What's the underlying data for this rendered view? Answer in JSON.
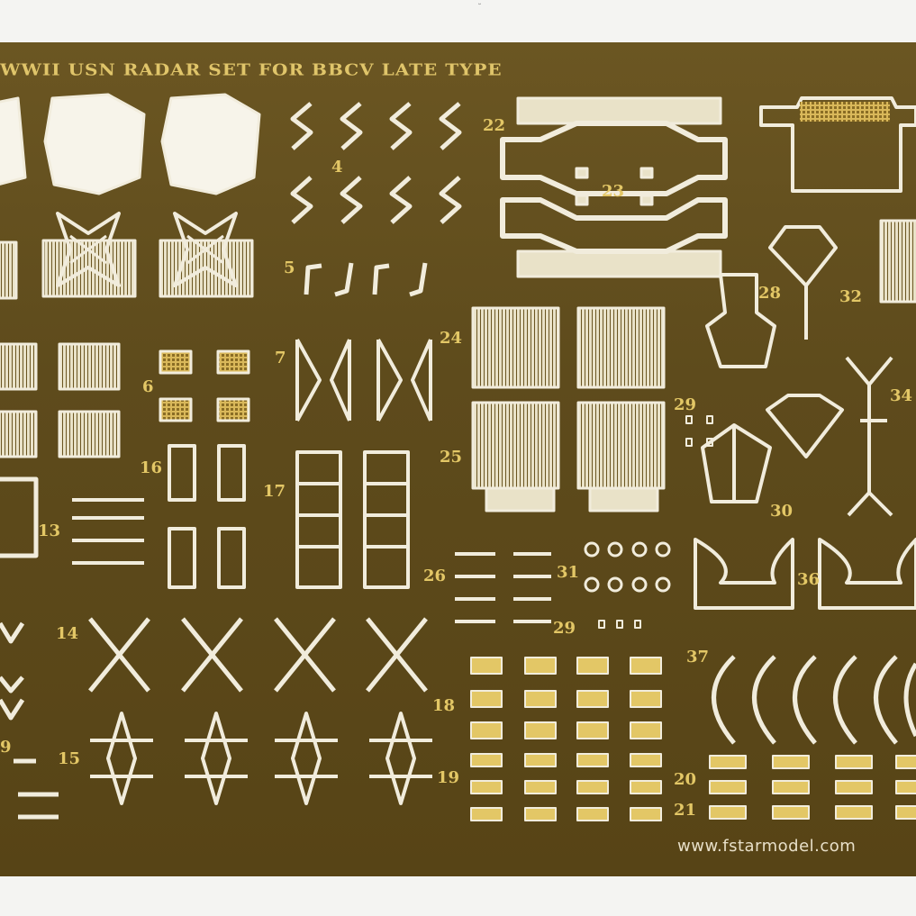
{
  "sheet": {
    "title": "WWII USN RADAR SET FOR BBCV LATE TYPE",
    "url": "www.fstarmodel.com",
    "colors": {
      "brass": "#5e4b1c",
      "etched": "#f1ecdc",
      "label": "#e3c766"
    }
  },
  "part_numbers": {
    "p4": "4",
    "p5": "5",
    "p6": "6",
    "p7": "7",
    "p9": "9",
    "p13": "13",
    "p14": "14",
    "p15": "15",
    "p16": "16",
    "p17": "17",
    "p18": "18",
    "p19": "19",
    "p20": "20",
    "p21": "21",
    "p22": "22",
    "p23": "23",
    "p24": "24",
    "p25": "25",
    "p26": "26",
    "p28": "28",
    "p29a": "29",
    "p29b": "29",
    "p30": "30",
    "p31": "31",
    "p32": "32",
    "p34": "34",
    "p36": "36",
    "p37": "37"
  }
}
